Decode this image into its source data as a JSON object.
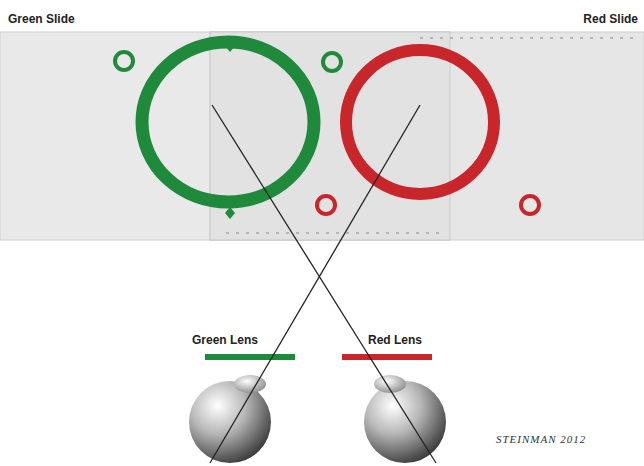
{
  "diagram": {
    "labels": [
      "Green Slide",
      "Red Slide",
      "Green Lens",
      "Red Lens",
      "STEINMAN 2012"
    ]
  }
}
